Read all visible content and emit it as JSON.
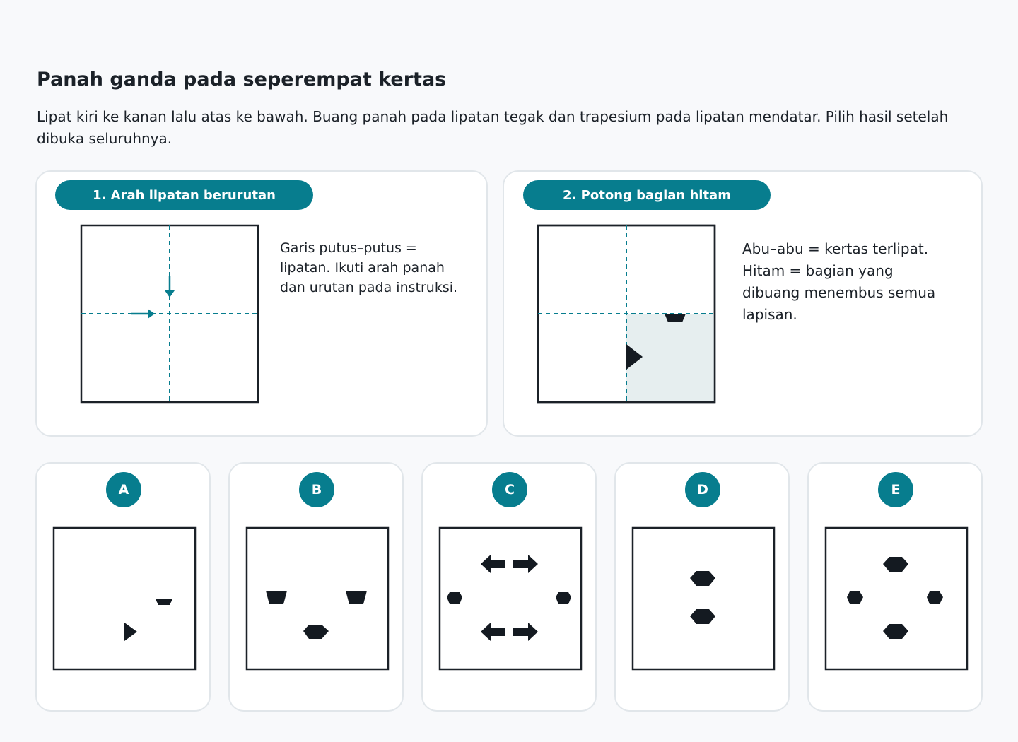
{
  "title": "Panah ganda pada seperempat kertas",
  "instructions": "Lipat kiri ke kanan lalu atas ke bawah. Buang panah pada lipatan tegak dan trapesium pada lipatan mendatar. Pilih hasil setelah dibuka seluruhnya.",
  "panels": [
    {
      "label": "1. Arah lipatan berurutan",
      "caption": "Garis putus–putus = lipatan. Ikuti arah panah dan urutan pada instruksi."
    },
    {
      "label": "2. Potong bagian hitam",
      "caption": "Abu–abu = kertas terlipat. Hitam = bagian yang dibuang menembus semua lapisan."
    }
  ],
  "options": [
    {
      "letter": "A"
    },
    {
      "letter": "B"
    },
    {
      "letter": "C"
    },
    {
      "letter": "D"
    },
    {
      "letter": "E"
    }
  ],
  "colors": {
    "accent": "#077d8e",
    "folded_gray": "#e6eeef",
    "cut_black": "#141a21"
  }
}
